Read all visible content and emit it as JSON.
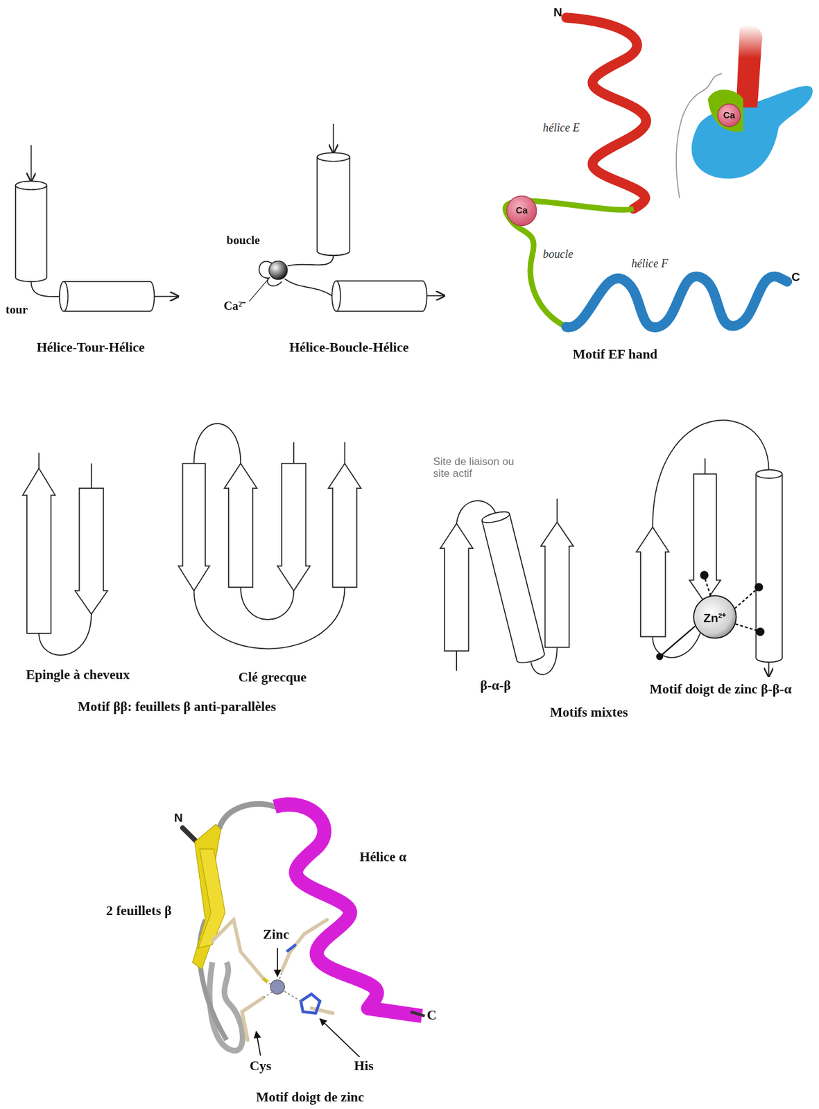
{
  "diagram": {
    "labels": [
      "tour",
      "Hélice-Tour-Hélice",
      "boucle",
      "Ca²⁻",
      "Hélice-Boucle-Hélice",
      "N",
      "hélice E",
      "Ca",
      "boucle",
      "hélice F",
      "C",
      "Ca",
      "Motif EF hand",
      "Epingle à cheveux",
      "Clé grecque",
      "Motif ββ: feuillets β anti-parallèles",
      "Site de liaison ou site actif",
      "β-α-β",
      "Zn²⁺",
      "Motif doigt de zinc β-β-α",
      "Motifs mixtes",
      "N",
      "Hélice α",
      "2 feuillets β",
      "Zinc",
      "Cys",
      "His",
      "C",
      "Motif doigt de zinc"
    ]
  }
}
